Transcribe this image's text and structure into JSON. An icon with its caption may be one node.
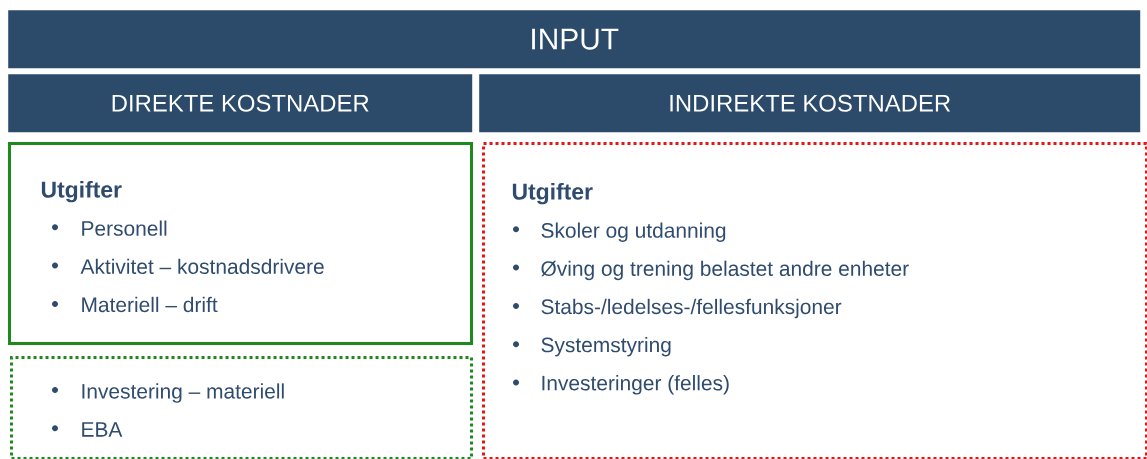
{
  "diagram": {
    "nodes": [
      {
        "text": [
          "INPUT"
        ]
      },
      {
        "text": [
          "DIREKTE KOSTNADER"
        ]
      },
      {
        "text": [
          "INDIREKTE KOSTNADER"
        ]
      },
      {
        "text": [
          "Utgifter",
          "Personell",
          "Aktivitet – kostnadsdrivere",
          "Materiell – drift"
        ]
      },
      {
        "text": [
          "Investering – materiell",
          "EBA"
        ]
      },
      {
        "text": [
          "Utgifter",
          "Skoler og utdanning",
          "Øving og trening belastet andre enheter",
          "Stabs-/ledelses-/fellesfunksjoner",
          "Systemstyring",
          "Investeringer (felles)"
        ]
      }
    ]
  }
}
